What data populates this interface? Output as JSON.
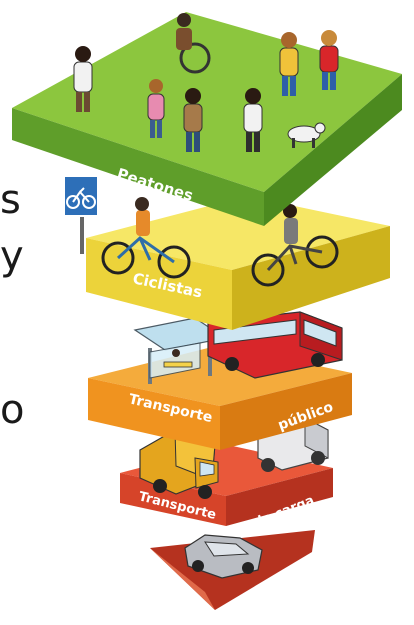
{
  "colors": {
    "peatones": "#7dbb3c",
    "ciclistas": "#f3e34f",
    "transporte_publico": "#f2a23c",
    "transporte_carga": "#e2512f",
    "automovil": "#d9442e",
    "sign_blue": "#2d6fb8"
  },
  "layers": {
    "peatones": {
      "label": "Peatones"
    },
    "ciclistas": {
      "label": "Ciclistas"
    },
    "transporte_publico": {
      "label_1": "Transporte",
      "label_2": "público"
    },
    "transporte_carga": {
      "label_1": "Transporte",
      "label_2": "de carga"
    }
  },
  "edge_text": [
    "s",
    "y",
    "o"
  ],
  "icons": {
    "sign": "bicycle-sign-icon",
    "pedestrians": "pedestrian-icon",
    "wheelchair": "wheelchair-icon",
    "dog": "dog-icon",
    "cyclists": "cyclist-icon",
    "bus": "bus-icon",
    "bus_stop": "bus-stop-icon",
    "van": "van-icon",
    "truck": "truck-icon",
    "car": "car-icon"
  }
}
